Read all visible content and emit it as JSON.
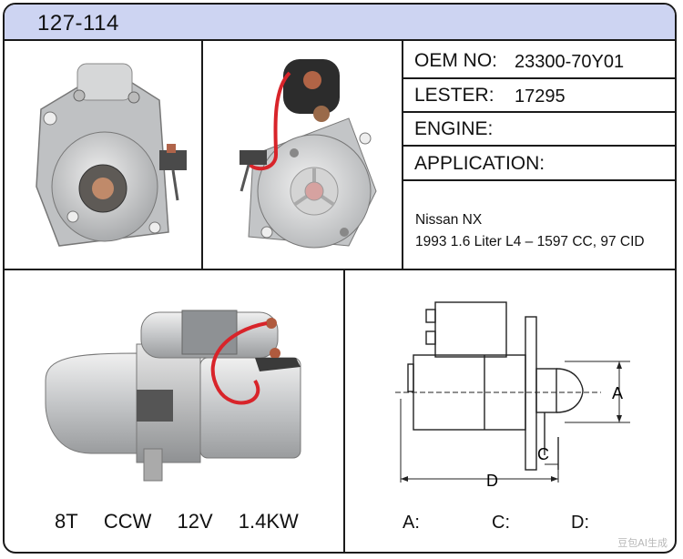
{
  "header": {
    "part_number": "127-114"
  },
  "info": {
    "oem_label": "OEM NO:",
    "oem_value": "23300-70Y01",
    "lester_label": "LESTER:",
    "lester_value": "17295",
    "engine_label": "ENGINE:",
    "engine_value": "",
    "application_label": "APPLICATION:",
    "application_lines": [
      "Nissan NX",
      "1993 1.6 Liter L4 – 1597 CC, 97 CID"
    ]
  },
  "specs": {
    "teeth": "8T",
    "rotation": "CCW",
    "voltage": "12V",
    "power": "1.4KW"
  },
  "diagram": {
    "label_a": "A",
    "label_c": "C",
    "label_d": "D",
    "field_a": "A:",
    "field_c": "C:",
    "field_d": "D:"
  },
  "watermark": "豆包AI生成",
  "colors": {
    "header_bg": "#cdd4f2",
    "border": "#1a1a1a",
    "wire_red": "#d8242a",
    "metal": "#c9cbcd"
  }
}
